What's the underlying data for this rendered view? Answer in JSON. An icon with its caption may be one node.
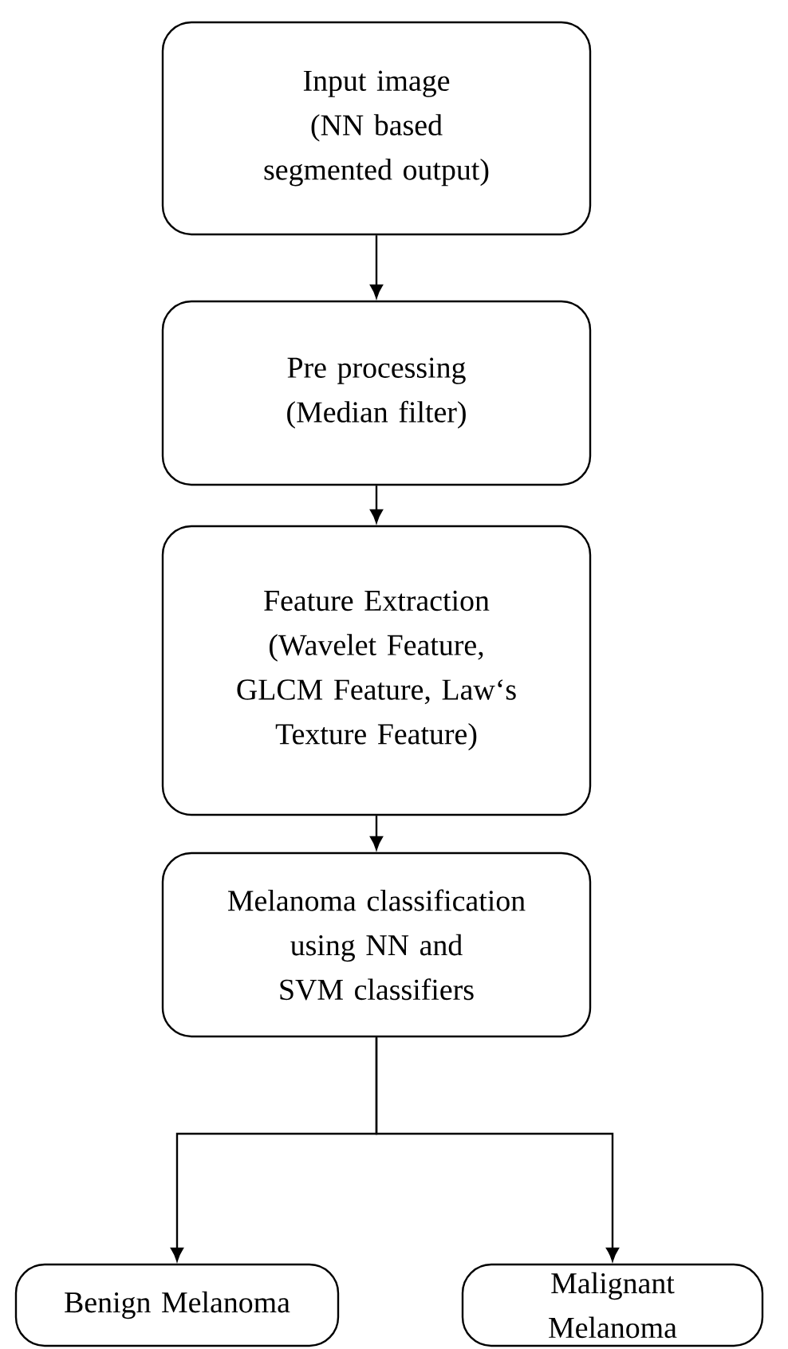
{
  "diagram": {
    "nodes": [
      {
        "text": [
          "Input image",
          "(NN based segmented output)"
        ]
      },
      {
        "text": [
          "Pre processing",
          "(Median filter)"
        ]
      },
      {
        "text": [
          "Feature Extraction",
          "(Wavelet Feature, GLCM Feature, Law‘s Texture Feature)"
        ]
      },
      {
        "text": [
          "Melanoma classification using NN and SVM classifiers"
        ]
      },
      {
        "text": [
          "Benign Melanoma"
        ]
      },
      {
        "text": [
          "Malignant Melanoma"
        ]
      }
    ],
    "edges": [
      {
        "from": 0,
        "to": 1,
        "arrow": "to"
      },
      {
        "from": 1,
        "to": 2,
        "arrow": "to"
      },
      {
        "from": 2,
        "to": 3,
        "arrow": "to"
      },
      {
        "from": 3,
        "to": 4,
        "arrow": "to"
      },
      {
        "from": 3,
        "to": 5,
        "arrow": "to"
      }
    ]
  }
}
